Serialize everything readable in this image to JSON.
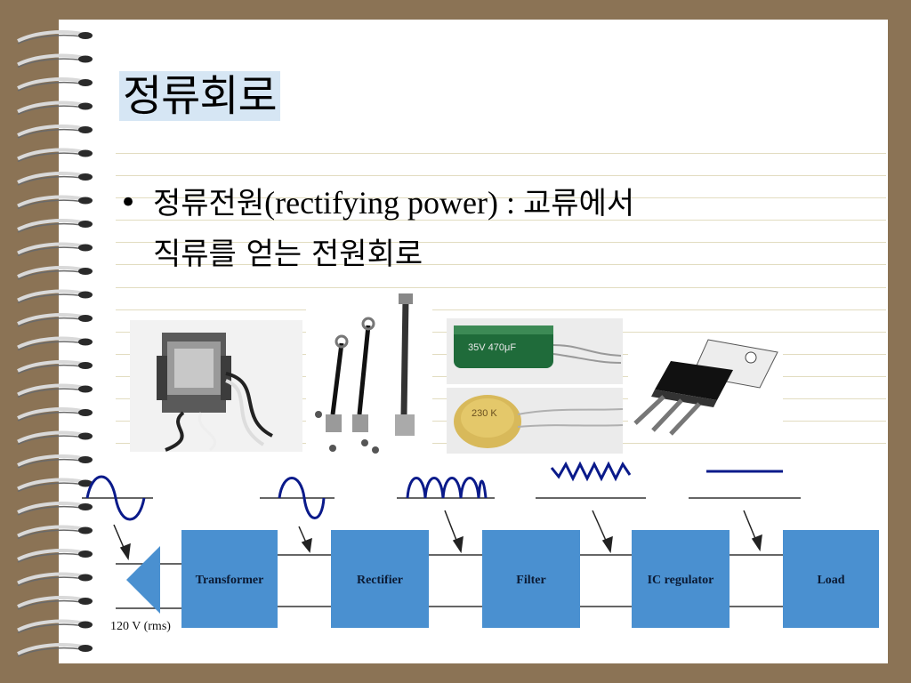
{
  "slide": {
    "title": "정류회로",
    "bullet_glyph": "•",
    "bullet_line1_korean": "정류전원",
    "bullet_line1_english": "(rectifying power) : ",
    "bullet_line1_korean_end": "교류에서",
    "bullet_line2": "직류를 얻는 전원회로"
  },
  "components": [
    {
      "icon": "transformer-photo"
    },
    {
      "icon": "diode-photo"
    },
    {
      "icon": "electrolytic-capacitor-photo",
      "label": "35V 470μF"
    },
    {
      "icon": "ceramic-capacitor-photo",
      "label": "230 K"
    },
    {
      "icon": "regulator-photo"
    }
  ],
  "diagram": {
    "source_label": "120 V (rms)",
    "blocks": [
      "Transformer",
      "Rectifier",
      "Filter",
      "IC regulator",
      "Load"
    ],
    "waveforms": [
      "ac-sine",
      "ac-sine-small",
      "full-wave-rectified",
      "ripple",
      "dc-line"
    ],
    "colors": {
      "block": "#4a90d0",
      "wave": "#0a1a8a",
      "line": "#333333"
    }
  },
  "colors": {
    "background": "#8b7355",
    "paper": "#ffffff",
    "title_highlight": "#d6e6f4",
    "rule": "#e2dcc0"
  }
}
